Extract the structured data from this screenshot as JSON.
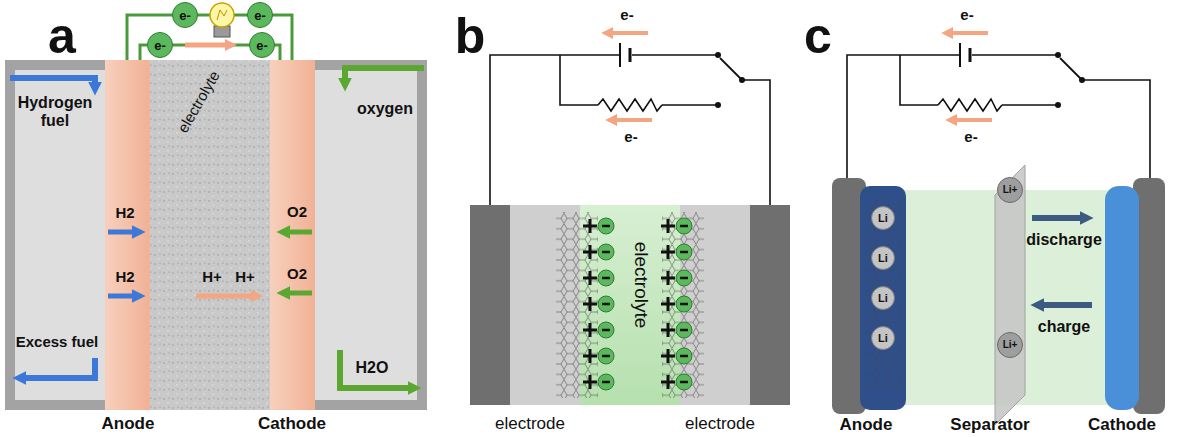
{
  "diagram": {
    "nodes": [
      {
        "text": [
          "e-"
        ]
      },
      {
        "text": [
          "e-"
        ]
      },
      {
        "text": [
          "e-"
        ]
      },
      {
        "text": [
          "e-"
        ]
      },
      {
        "text": [
          "Li"
        ]
      },
      {
        "text": [
          "Li"
        ]
      },
      {
        "text": [
          "Li"
        ]
      },
      {
        "text": [
          "Li"
        ]
      },
      {
        "text": [
          "Li+"
        ]
      },
      {
        "text": [
          "Li+"
        ]
      }
    ],
    "labels": [
      "a",
      "Hydrogen fuel",
      "H2",
      "H2",
      "electrolyte",
      "oxygen",
      "O2",
      "O2",
      "H+",
      "H+",
      "Excess fuel",
      "H2O",
      "Anode",
      "Cathode",
      "b",
      "e-",
      "e-",
      "electrolyte",
      "electrode",
      "electrode",
      "c",
      "e-",
      "e-",
      "discharge",
      "charge",
      "Anode",
      "Separator",
      "Cathode"
    ]
  }
}
